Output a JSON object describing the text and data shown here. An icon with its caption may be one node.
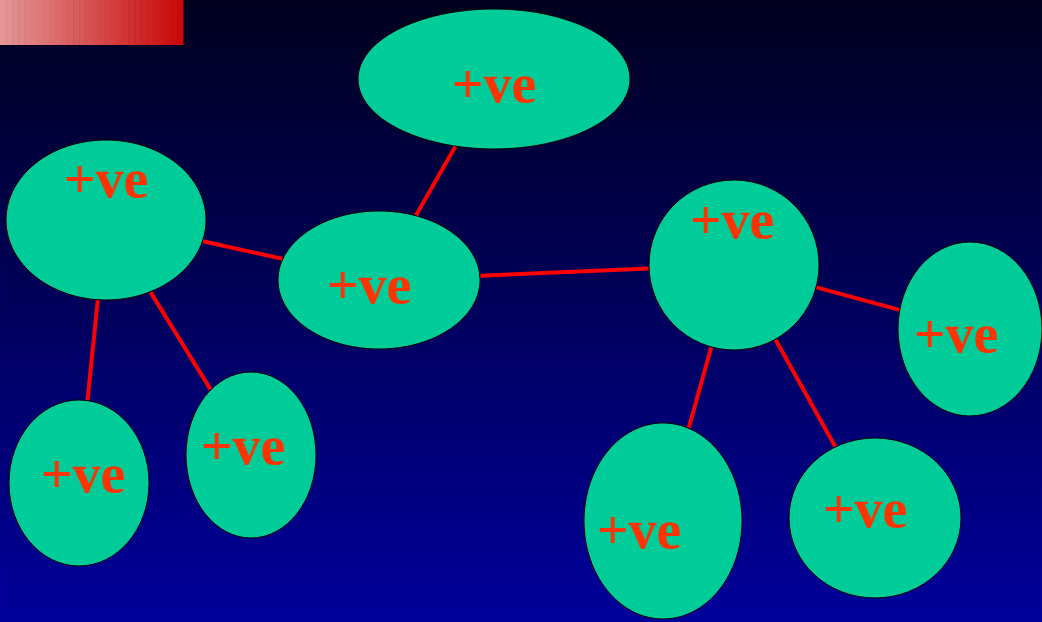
{
  "diagram": {
    "nodes": [
      {
        "text": [
          "+ve"
        ]
      },
      {
        "text": [
          "+ve"
        ]
      },
      {
        "text": [
          "+ve"
        ]
      },
      {
        "text": [
          "+ve"
        ]
      },
      {
        "text": [
          "+ve"
        ]
      },
      {
        "text": [
          "+ve"
        ]
      },
      {
        "text": [
          "+ve"
        ]
      },
      {
        "text": [
          "+ve"
        ]
      },
      {
        "text": [
          "+ve"
        ]
      }
    ],
    "edges": [
      {
        "from": 0,
        "to": 2,
        "arrow": "none"
      },
      {
        "from": 1,
        "to": 2,
        "arrow": "none"
      },
      {
        "from": 2,
        "to": 3,
        "arrow": "none"
      },
      {
        "from": 3,
        "to": 4,
        "arrow": "none"
      },
      {
        "from": 1,
        "to": 5,
        "arrow": "none"
      },
      {
        "from": 1,
        "to": 6,
        "arrow": "none"
      },
      {
        "from": 3,
        "to": 7,
        "arrow": "none"
      },
      {
        "from": 3,
        "to": 8,
        "arrow": "none"
      }
    ]
  }
}
